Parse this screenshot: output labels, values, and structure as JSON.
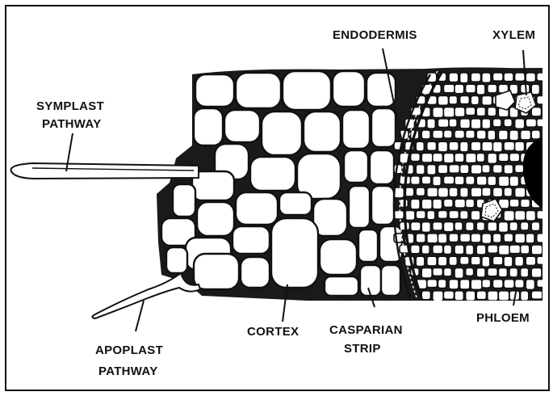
{
  "labels": {
    "symplast": [
      "SYMPLAST",
      "PATHWAY"
    ],
    "apoplast": [
      "APOPLAST",
      "PATHWAY"
    ],
    "cortex": "CORTEX",
    "casparian": [
      "CASPARIAN",
      "STRIP"
    ],
    "endodermis": "ENDODERMIS",
    "xylem": "XYLEM",
    "phloem": "PHLOEM"
  }
}
